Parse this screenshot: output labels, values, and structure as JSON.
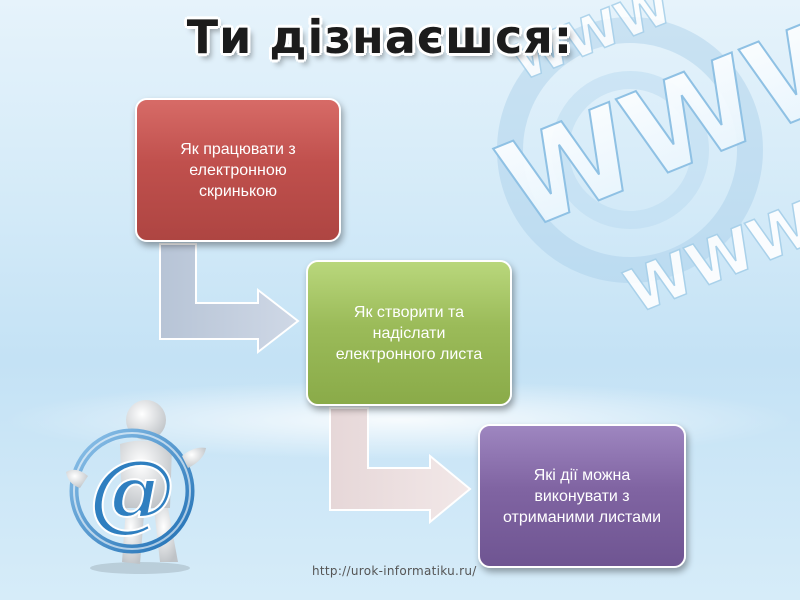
{
  "slide": {
    "title": "Ти дізнаєшся:",
    "steps": [
      {
        "text": "Як працювати з електронною скринькою",
        "color": "#c0504d"
      },
      {
        "text": "Як створити та надіслати електронного листа",
        "color": "#9bbb59"
      },
      {
        "text": "Які дії можна виконувати з отриманими листами",
        "color": "#8064a2"
      }
    ],
    "source_url": "http://urok-informatiku.ru/"
  },
  "decor": {
    "background_art_text": "WWW",
    "mascot_symbol": "@"
  }
}
